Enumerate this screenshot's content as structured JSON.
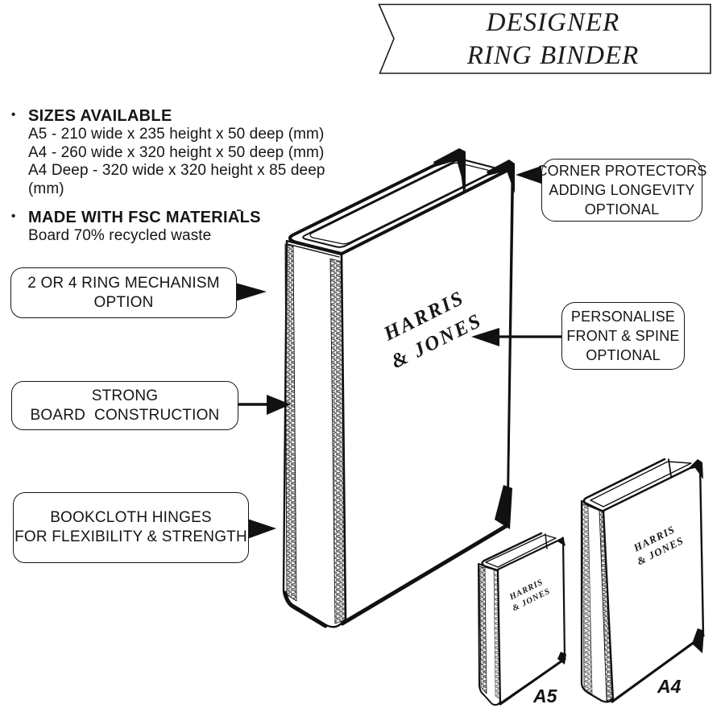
{
  "title_banner": {
    "line1": "DESIGNER",
    "line2": "RING BINDER"
  },
  "info_panel": {
    "sizes_heading": "SIZES AVAILABLE",
    "sizes": [
      "A5 - 210 wide x 235 height x 50 deep (mm)",
      "A4 - 260 wide x 320 height x 50 deep (mm)",
      "A4 Deep - 320 wide x 320 height x 85 deep (mm)"
    ],
    "materials_heading": "MADE WITH FSC MATERIALS",
    "materials_note": "Board 70% recycled waste",
    "stray_mark": "-",
    "bullet": "•"
  },
  "callouts": {
    "ring_mechanism": {
      "line1": "2 OR 4 RING MECHANISM",
      "line2": "OPTION"
    },
    "board": {
      "line1": "STRONG",
      "line2": "BOARD  CONSTRUCTION"
    },
    "hinges": {
      "line1": "BOOKCLOTH HINGES",
      "line2": "FOR FLEXIBILITY & STRENGTH"
    },
    "corner_protectors": {
      "line1": "CORNER PROTECTORS",
      "line2": "ADDING LONGEVITY",
      "line3": "OPTIONAL"
    },
    "personalise": {
      "line1": "PERSONALISE",
      "line2": "FRONT & SPINE",
      "line3": "OPTIONAL"
    }
  },
  "binders": {
    "brand_line1": "HARRIS",
    "brand_line2": "& JONES",
    "label_a5": "A5",
    "label_a4": "A4"
  },
  "colors": {
    "ink": "#111111",
    "background": "#ffffff"
  }
}
